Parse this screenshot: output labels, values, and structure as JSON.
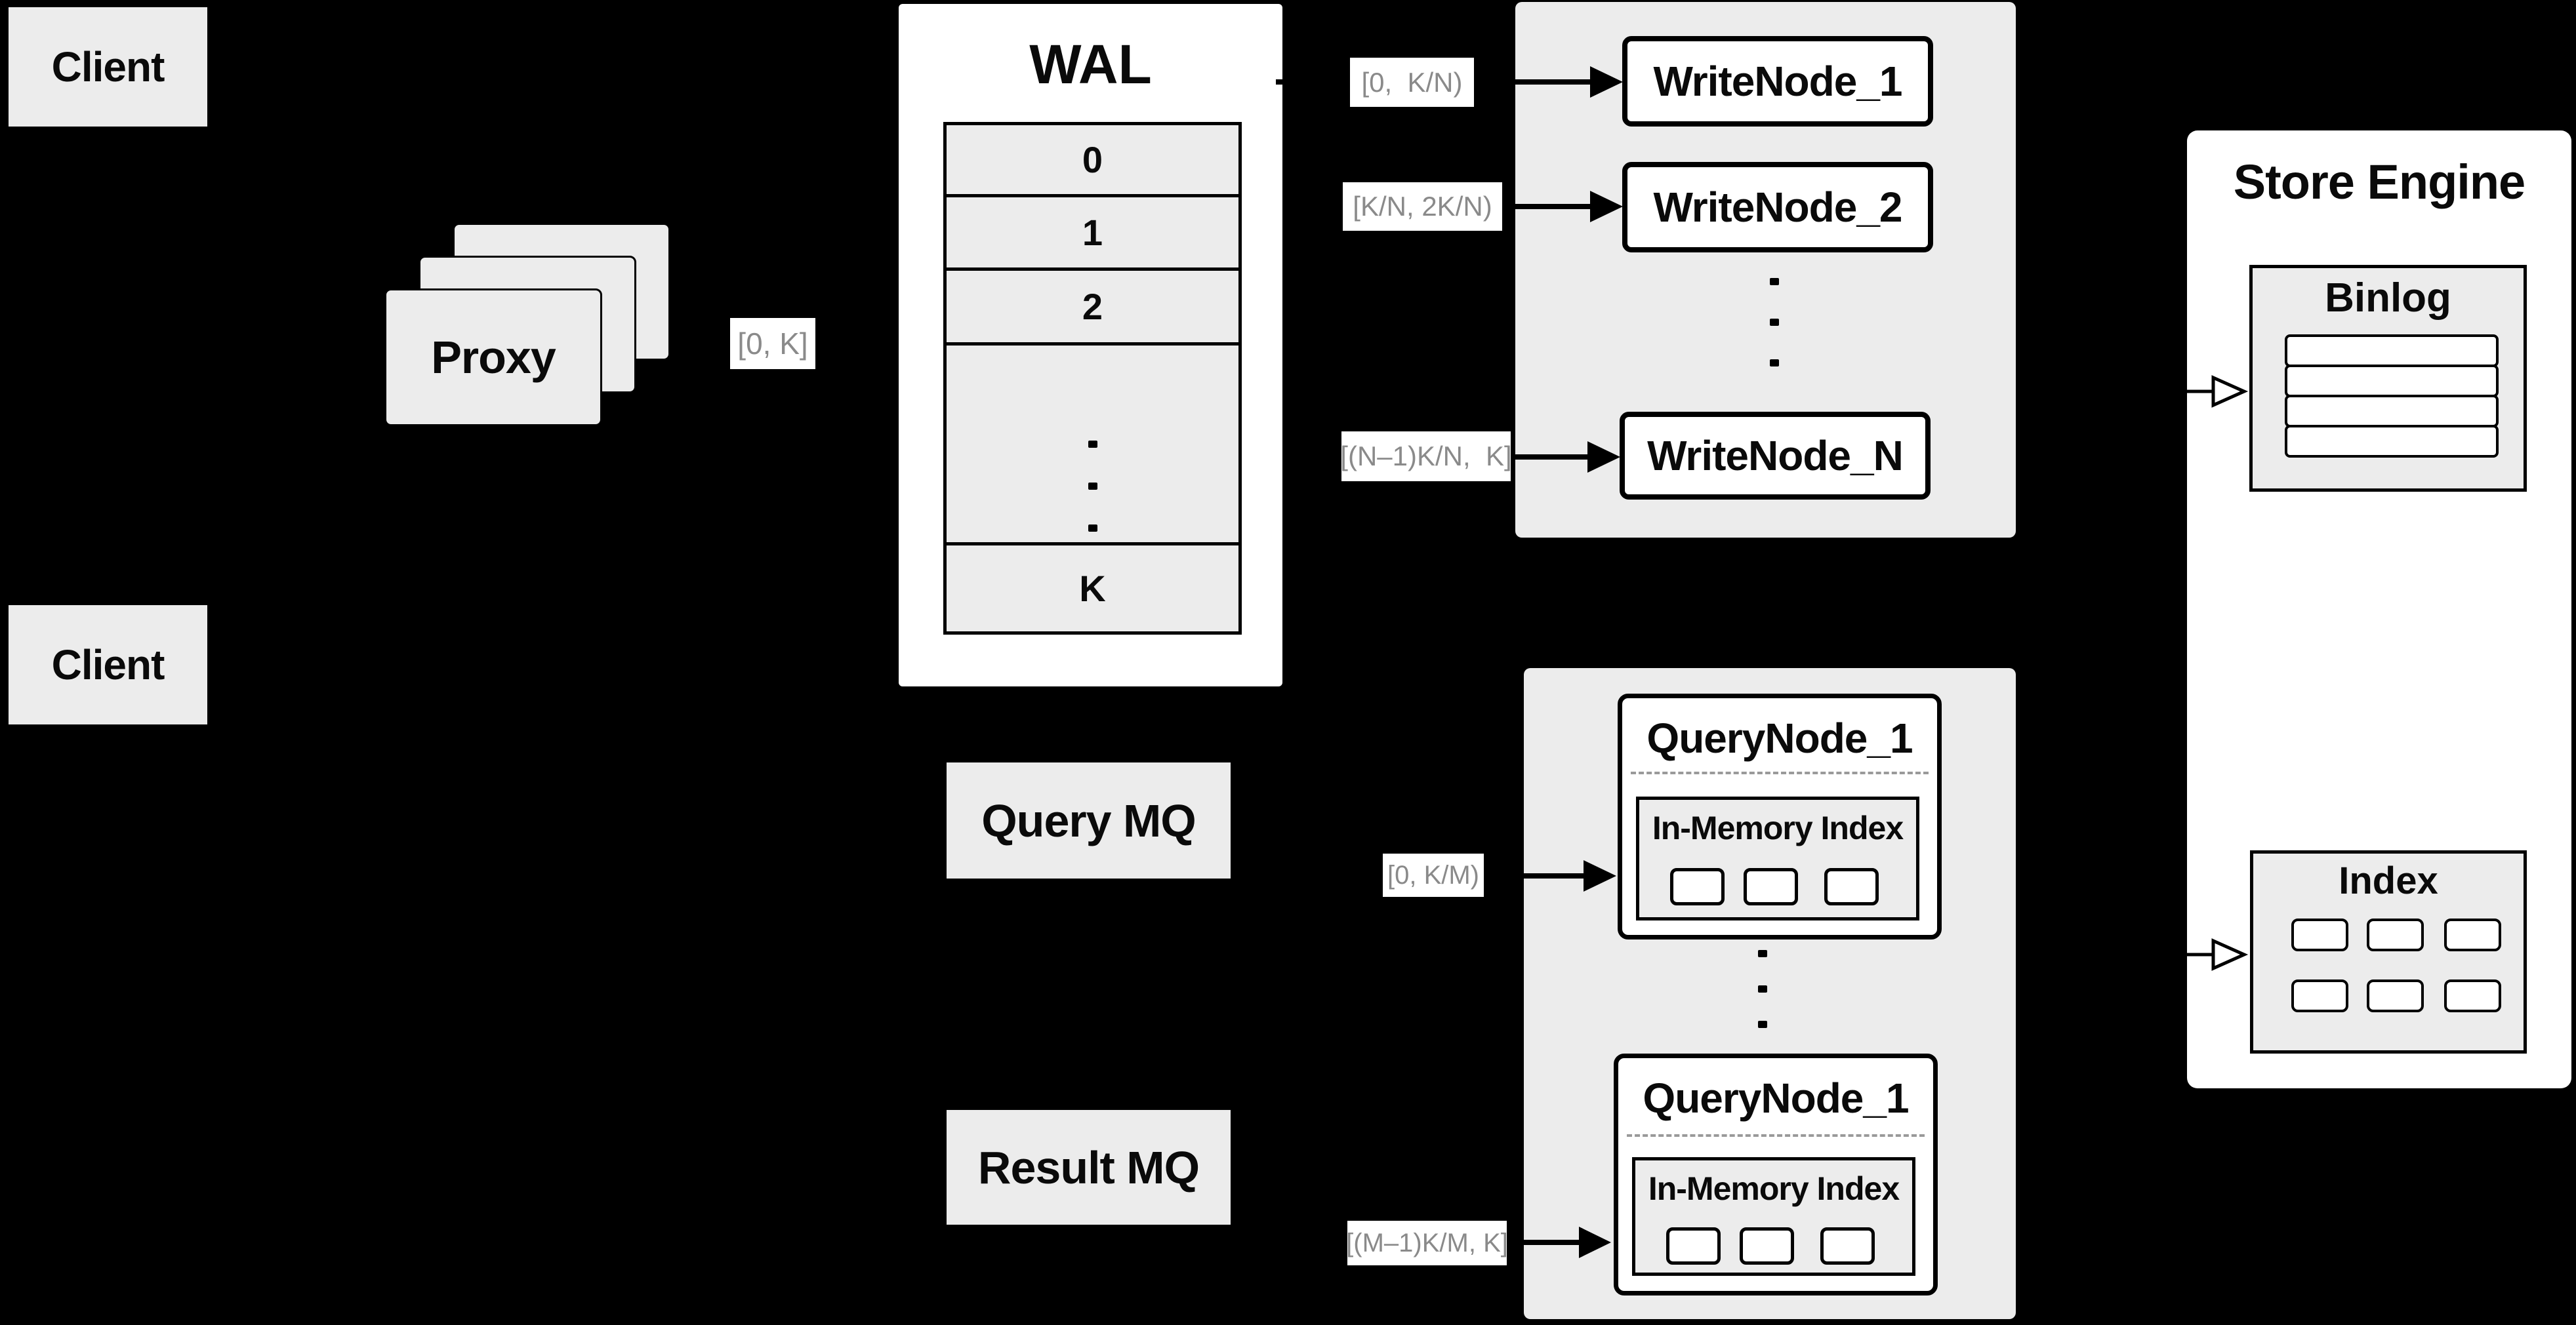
{
  "clients": {
    "top": "Client",
    "bottom": "Client"
  },
  "proxy": {
    "label": "Proxy",
    "range": "[0, K]"
  },
  "wal": {
    "title": "WAL",
    "segments": [
      "0",
      "1",
      "2"
    ],
    "segment_last": "K"
  },
  "write_cluster": {
    "ranges": [
      "[0,  K/N)",
      "[K/N, 2K/N)",
      "[(N–1)K/N,  K]"
    ],
    "nodes": [
      "WriteNode_1",
      "WriteNode_2",
      "WriteNode_N"
    ]
  },
  "mq": {
    "query": "Query MQ",
    "result": "Result MQ"
  },
  "query_cluster": {
    "ranges": [
      "[0, K/M)",
      "[(M–1)K/M, K]"
    ],
    "nodes": [
      {
        "title": "QueryNode_1",
        "memory_index": "In-Memory Index"
      },
      {
        "title": "QueryNode_1",
        "memory_index": "In-Memory Index"
      }
    ]
  },
  "store_engine": {
    "title": "Store Engine",
    "binlog": "Binlog",
    "index": "Index"
  },
  "colors": {
    "background": "#000000",
    "container_gray": "#ececec",
    "node_white": "#ffffff",
    "border_black": "#000000",
    "range_text_gray": "#8a8a8a",
    "dash_gray": "#9a9a9a"
  }
}
